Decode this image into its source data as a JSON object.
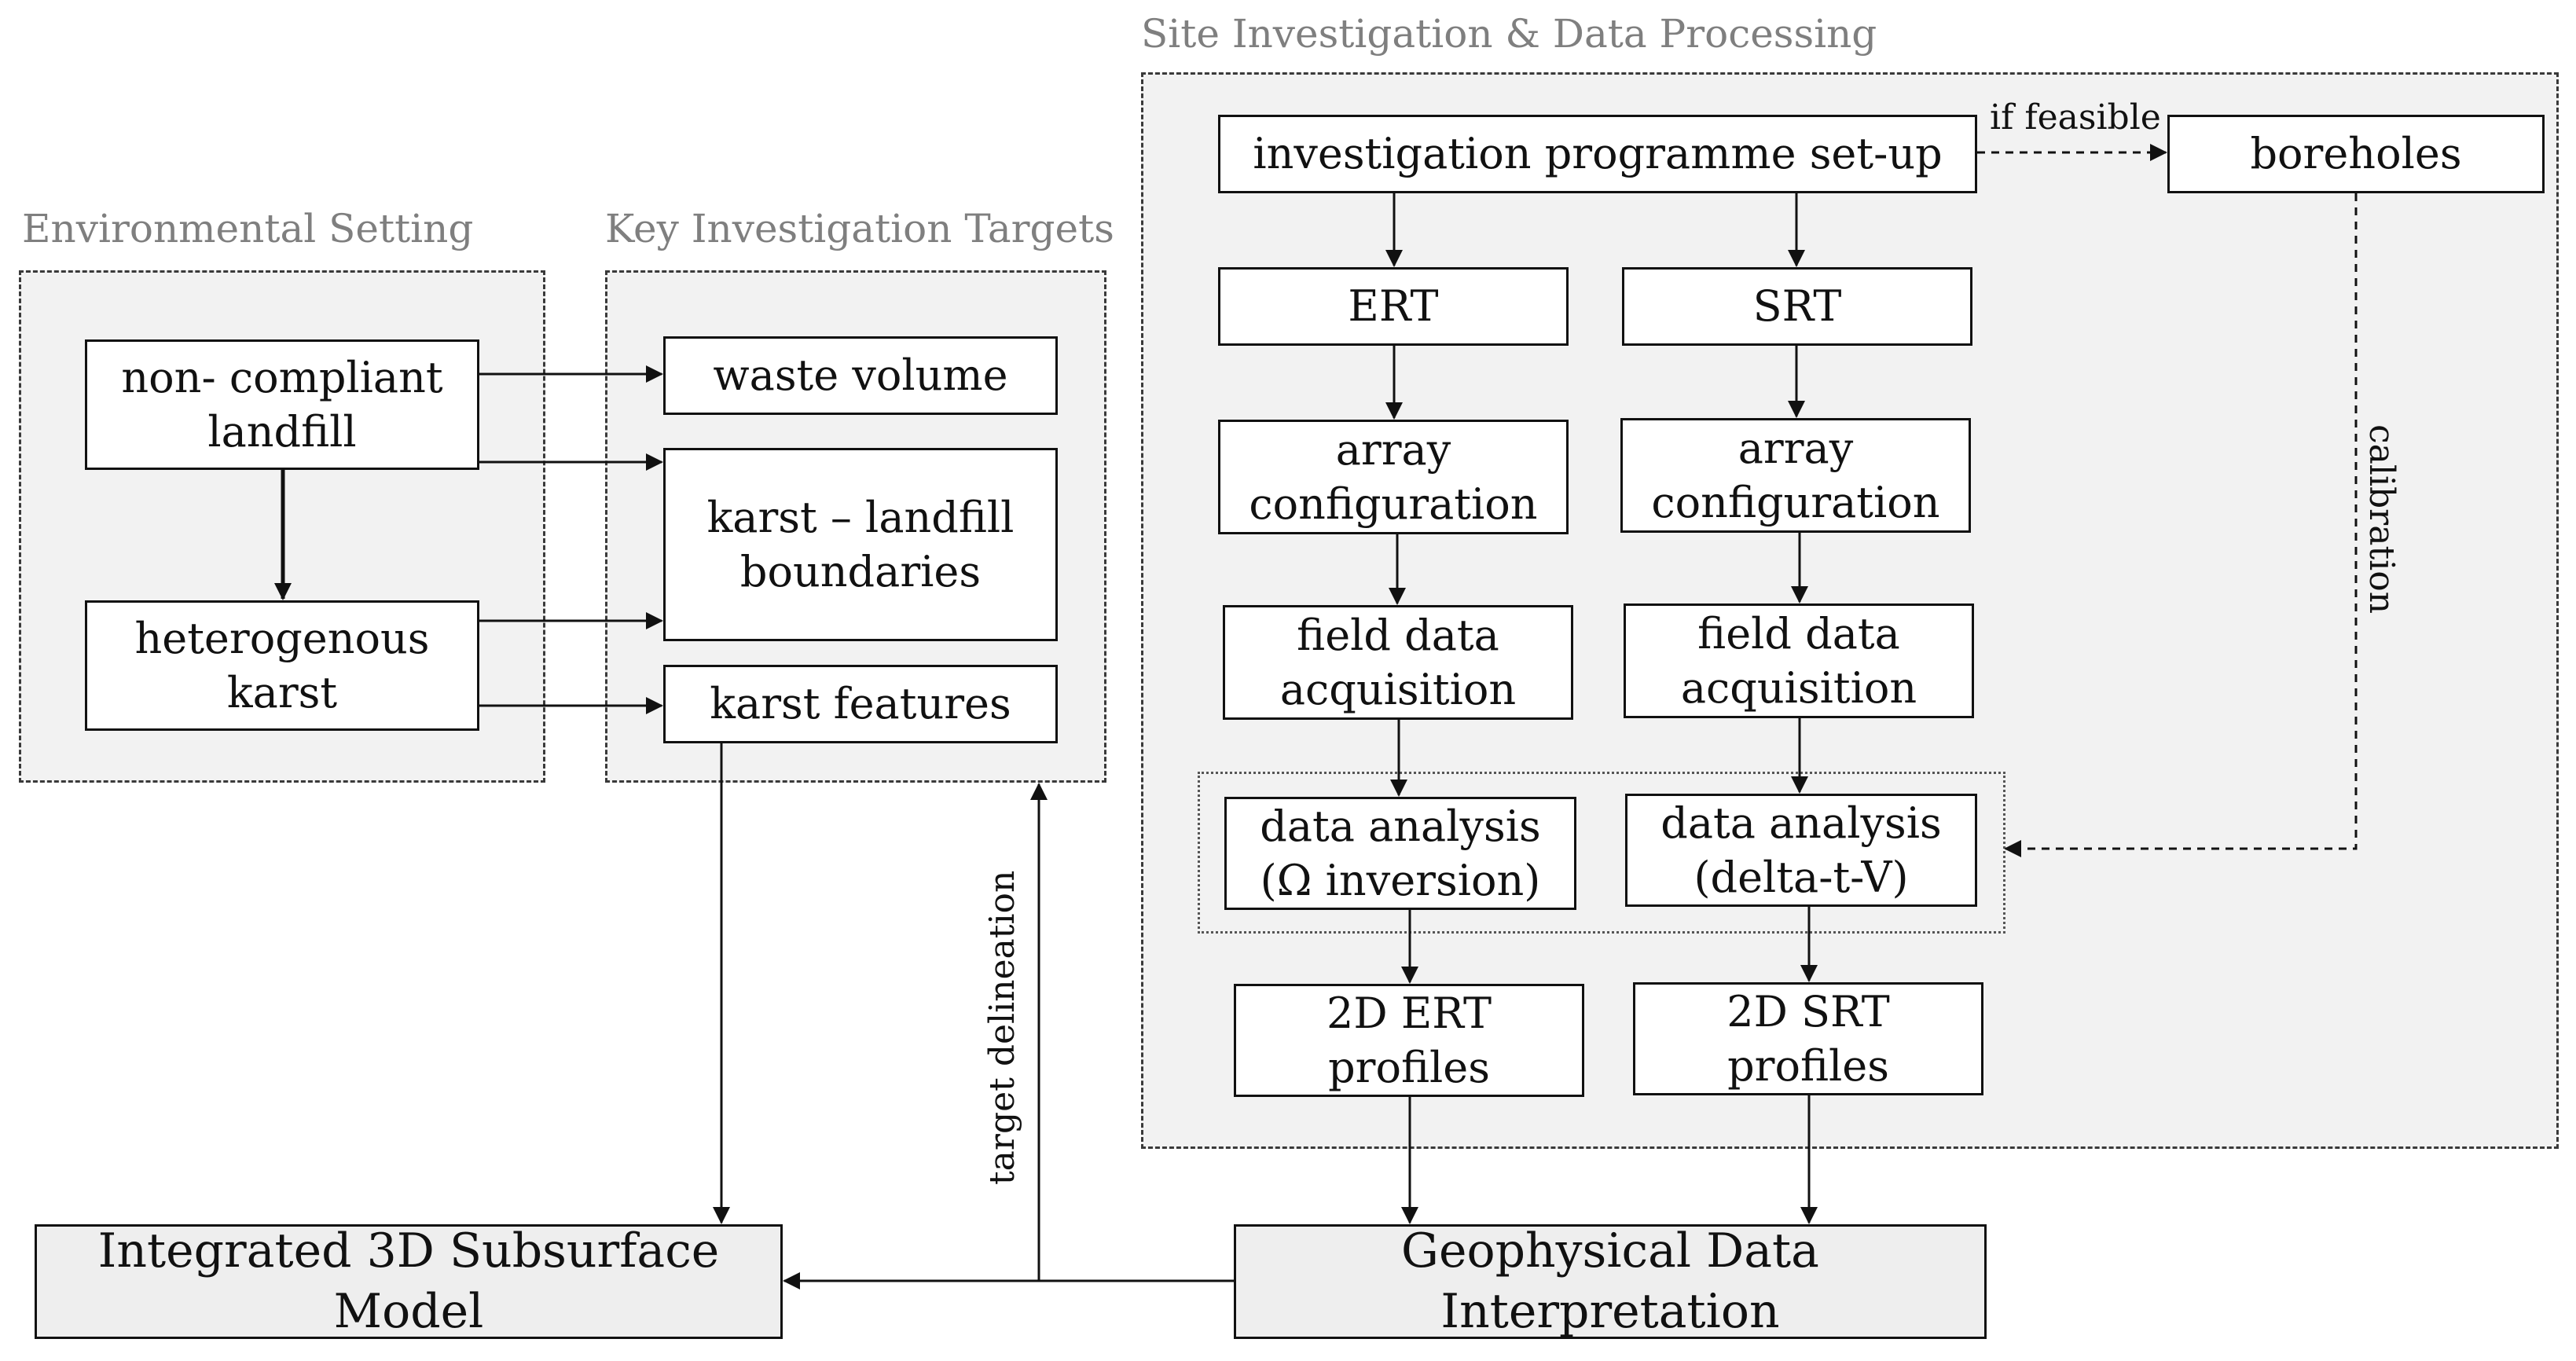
{
  "groups": {
    "environmental": "Environmental Setting",
    "targets": "Key Investigation Targets",
    "site": "Site Investigation & Data Processing"
  },
  "nodes": {
    "landfill": "non- compliant\nlandfill",
    "karst": "heterogenous\nkarst",
    "waste_volume": "waste volume",
    "boundaries": "karst – landfill\nboundaries",
    "karst_features": "karst features",
    "programme": "investigation programme set-up",
    "boreholes": "boreholes",
    "ert": "ERT",
    "srt": "SRT",
    "array_ert": "array\nconfiguration",
    "array_srt": "array\nconfiguration",
    "field_ert": "field data\nacquisition",
    "field_srt": "field data\nacquisition",
    "analysis_ert": "data analysis\n(Ω inversion)",
    "analysis_srt": "data analysis\n(delta-t-V)",
    "profiles_ert": "2D ERT\nprofiles",
    "profiles_srt": "2D SRT\nprofiles",
    "model": "Integrated 3D Subsurface Model",
    "interpretation": "Geophysical Data Interpretation"
  },
  "edge_labels": {
    "if_feasible": "if feasible",
    "calibration": "calibration",
    "target_delineation": "target delineation"
  }
}
